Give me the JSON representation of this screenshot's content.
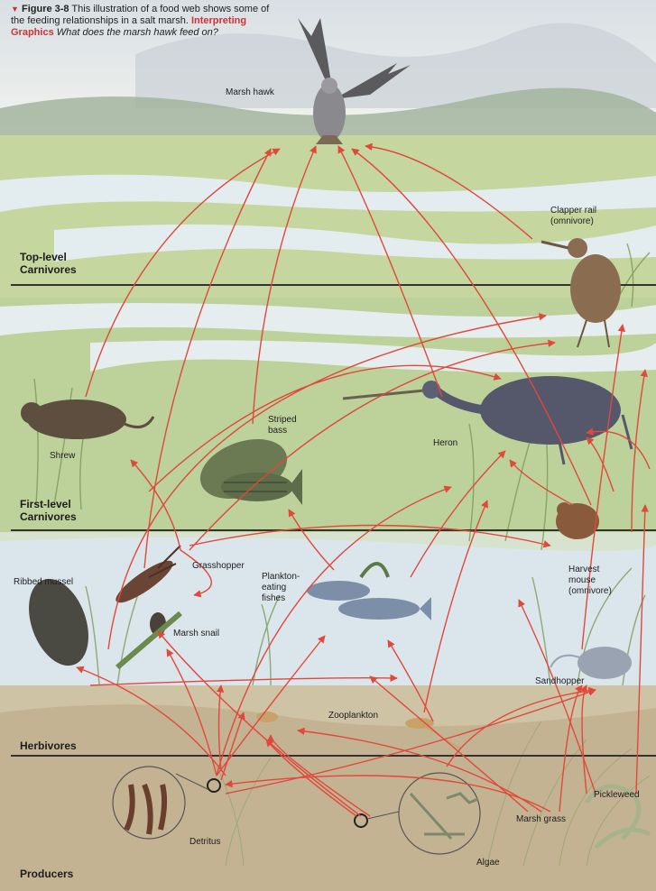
{
  "caption": {
    "figure_number": "Figure 3-8",
    "text": "This illustration of a food web shows some of the feeding relationships in a salt marsh.",
    "interpreting": "Interpreting Graphics",
    "question": "What does the marsh hawk feed on?"
  },
  "levels": {
    "top": "Top-level\nCarnivores",
    "first": "First-level\nCarnivores",
    "herbivores": "Herbivores",
    "producers": "Producers"
  },
  "organisms": {
    "marsh_hawk": "Marsh hawk",
    "clapper_rail": "Clapper rail\n(omnivore)",
    "shrew": "Shrew",
    "striped_bass": "Striped\nbass",
    "heron": "Heron",
    "grasshopper": "Grasshopper",
    "ribbed_mussel": "Ribbed mussel",
    "plankton_fishes": "Plankton-\neating\nfishes",
    "harvest_mouse": "Harvest\nmouse\n(omnivore)",
    "marsh_snail": "Marsh snail",
    "sandhopper": "Sandhopper",
    "zooplankton": "Zooplankton",
    "pickleweed": "Pickleweed",
    "marsh_grass": "Marsh grass",
    "detritus": "Detritus",
    "algae": "Algae"
  },
  "colors": {
    "arrow": "#e0483c",
    "divider": "#333333",
    "water": "#dfe8ef",
    "marsh": "#b9cf8f",
    "sky": "#eef1f3"
  }
}
